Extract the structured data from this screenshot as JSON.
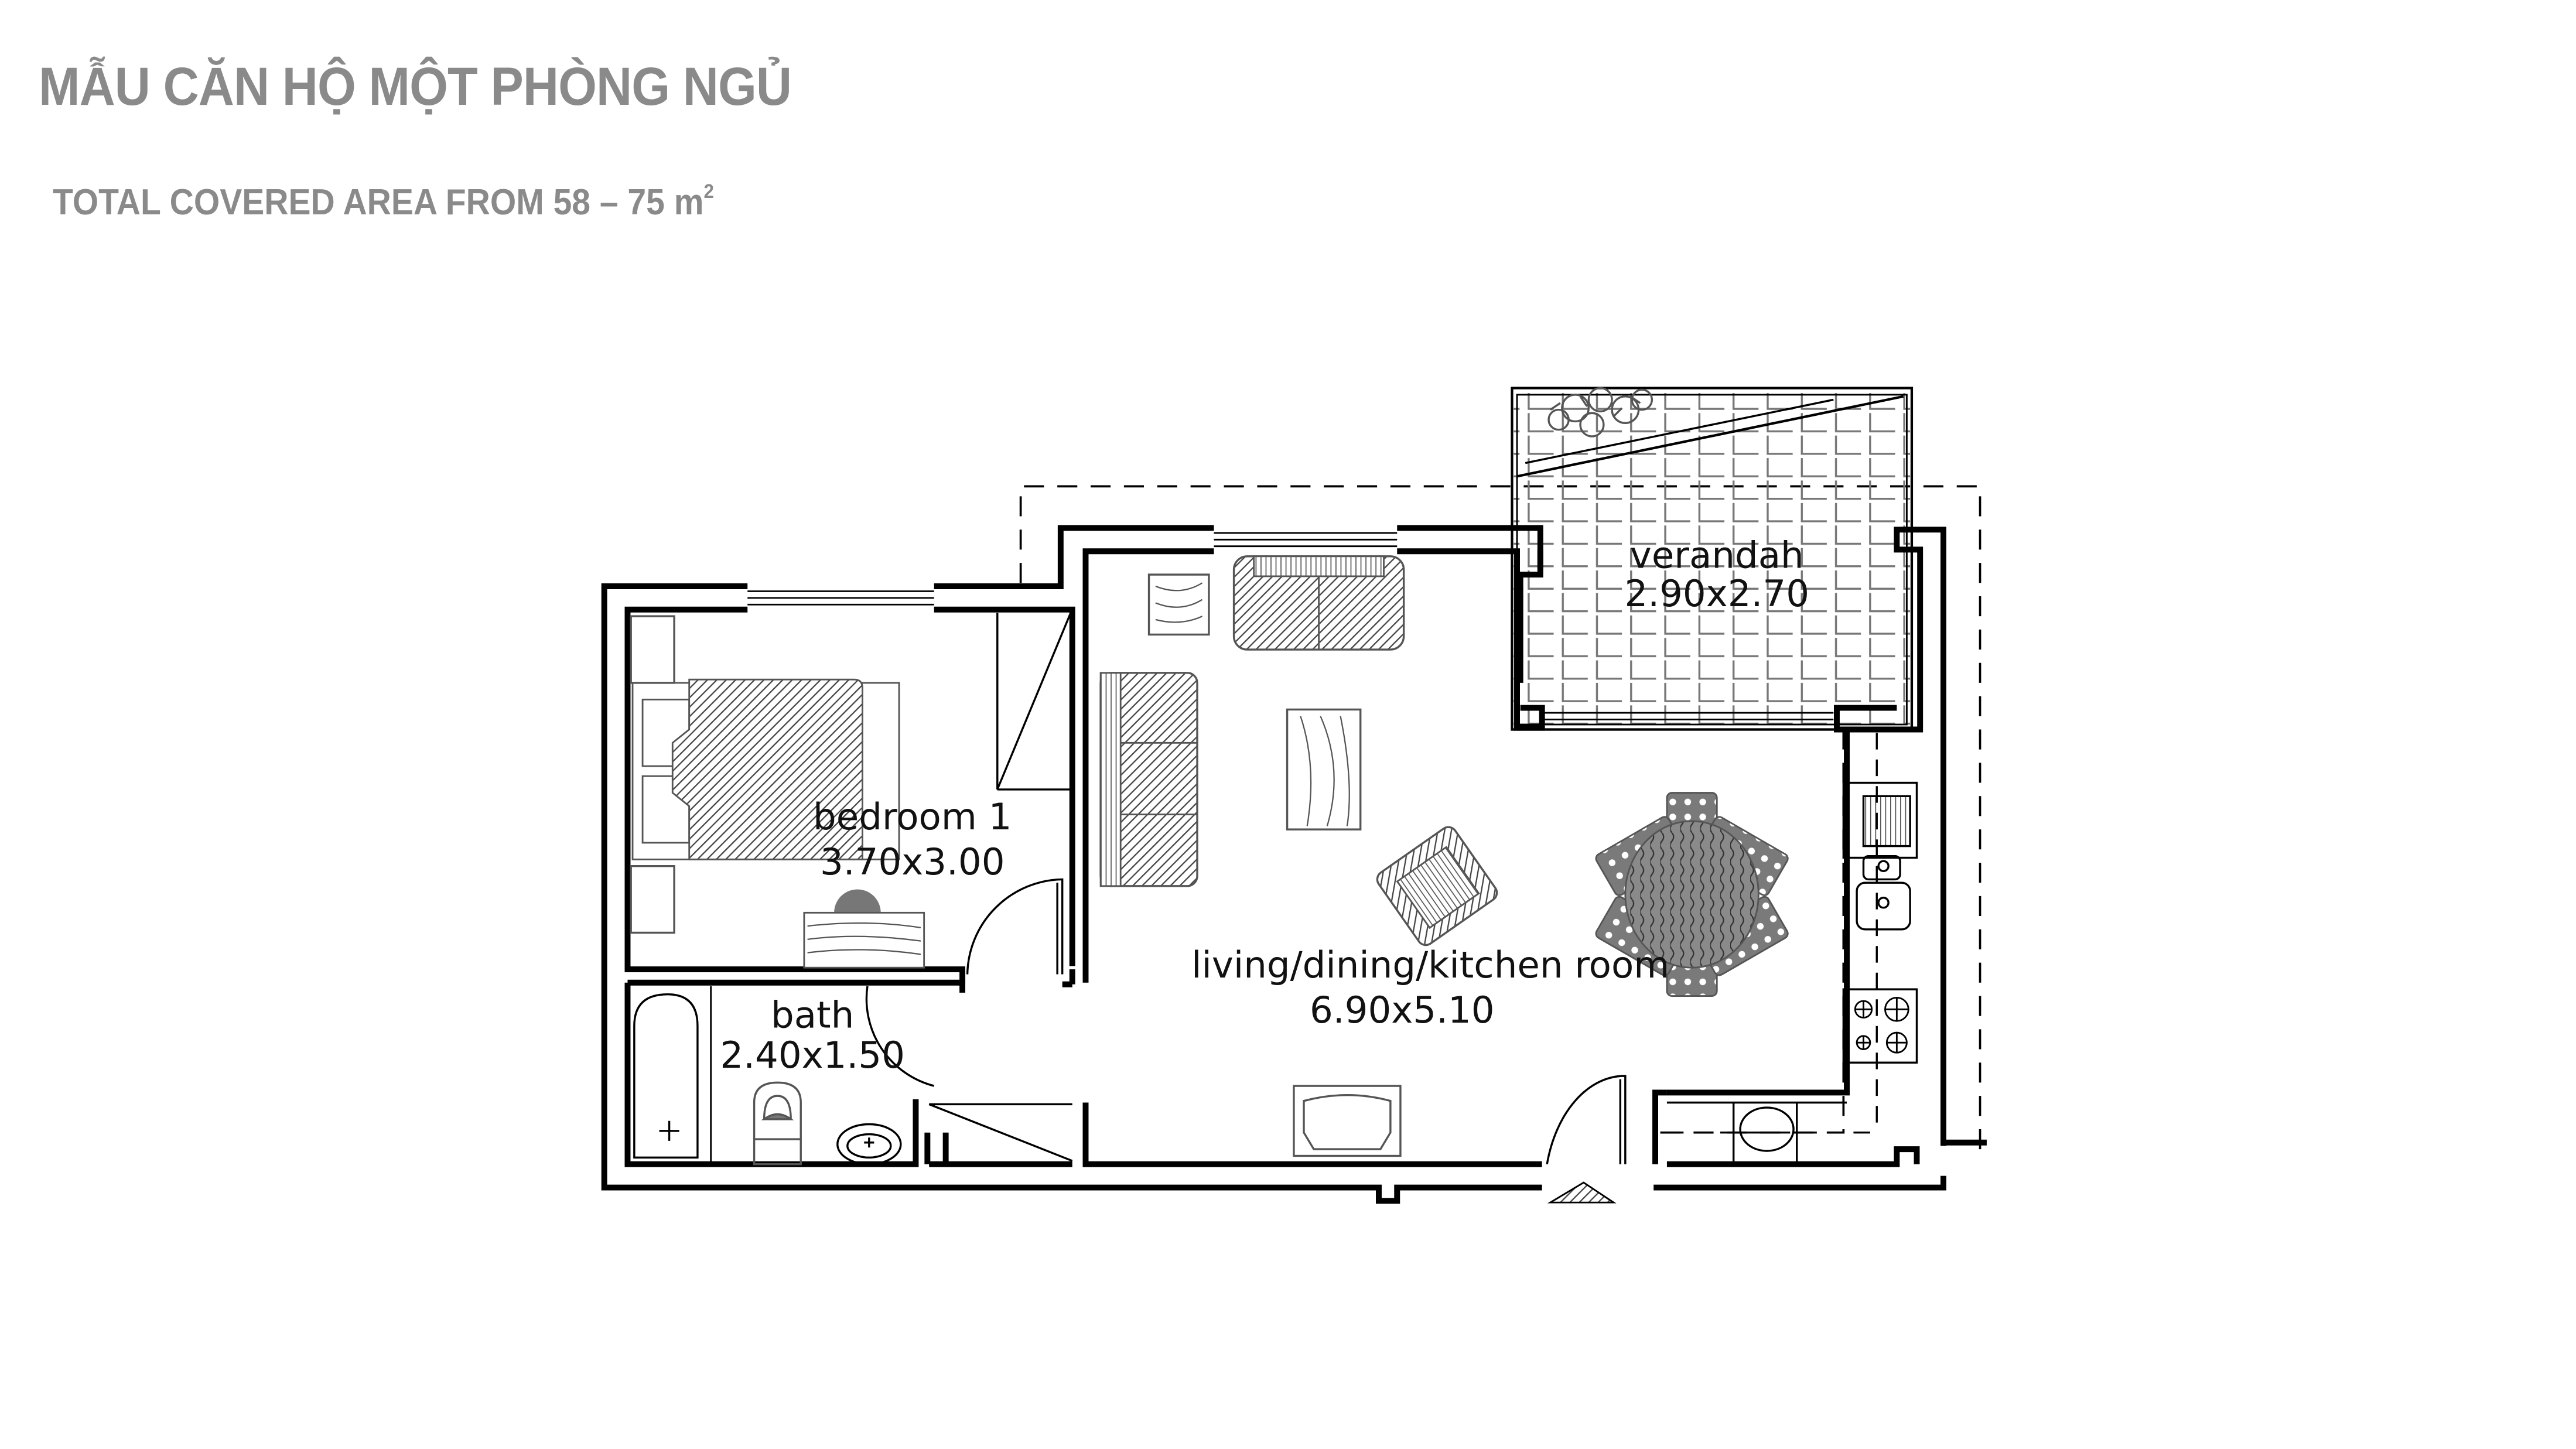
{
  "header": {
    "title": "MẪU CĂN HỘ MỘT PHÒNG NGỦ",
    "subtitle_prefix": "TOTAL COVERED AREA FROM 58 – 75 m",
    "subtitle_sup": "2"
  },
  "rooms": [
    {
      "id": "bedroom",
      "name": "bedroom 1",
      "size": "3.70x3.00"
    },
    {
      "id": "bath",
      "name": "bath",
      "size": "2.40x1.50"
    },
    {
      "id": "living",
      "name": "living/dining/kitchen room",
      "size": "6.90x5.10"
    },
    {
      "id": "verandah",
      "name": "verandah",
      "size": "2.90x2.70"
    }
  ],
  "colors": {
    "title": "#8a8a8a",
    "wall": "#000000",
    "furniture": "#555555",
    "furniture_fill": "#7a7a7a",
    "tile": "#777777"
  },
  "icons": [
    "entrance-arrow-icon",
    "plant-icon",
    "stove-burner-icon",
    "sink-icon",
    "toilet-icon",
    "bathtub-icon",
    "bed-icon",
    "sofa-icon",
    "armchair-icon",
    "dining-table-icon",
    "tv-unit-icon",
    "desk-icon"
  ]
}
